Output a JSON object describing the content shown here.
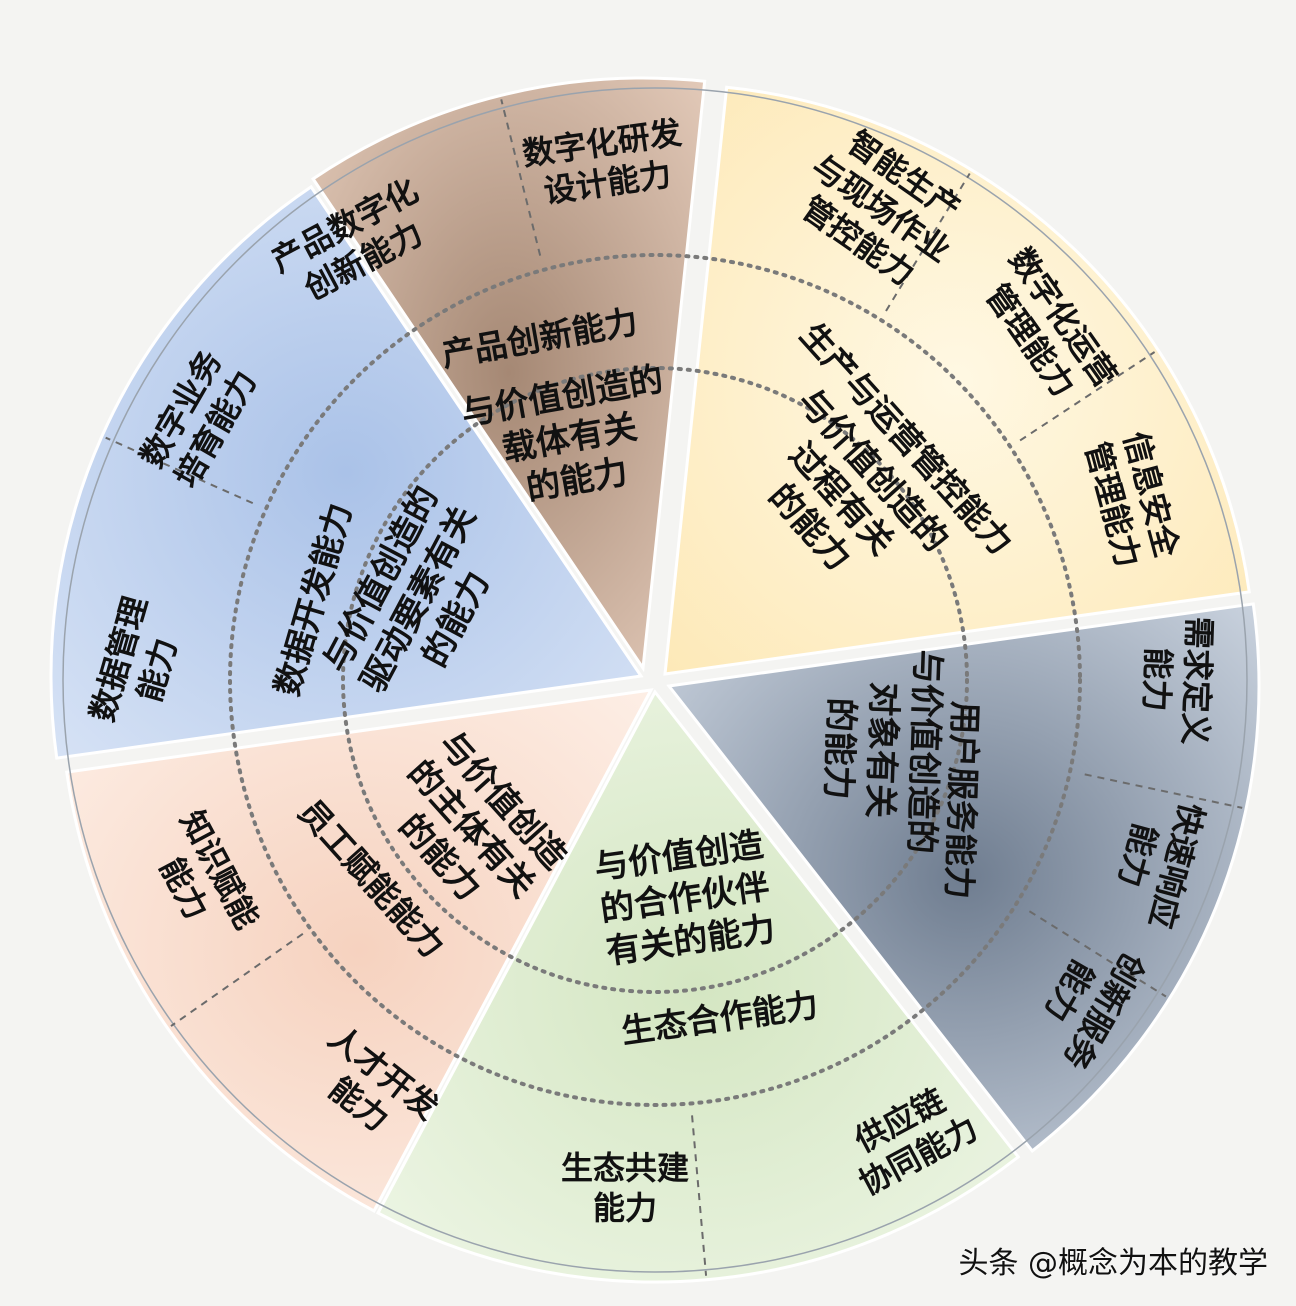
{
  "watermark": "头条 @概念为本的教学",
  "sectors": [
    {
      "id": "product",
      "fill": "#d9bfae",
      "core_lines": [
        "与价值创造的",
        "载体有关",
        "的能力"
      ],
      "middle_label": "产品创新能力",
      "outer_items": [
        {
          "lines": [
            "产品数字化",
            "创新能力"
          ]
        },
        {
          "lines": [
            "数字化研发",
            "设计能力"
          ]
        }
      ]
    },
    {
      "id": "production",
      "fill": "#fdefc8",
      "core_lines": [
        "与价值创造的",
        "过程有关",
        "的能力"
      ],
      "middle_label": "生产与运营管控能力",
      "outer_items": [
        {
          "lines": [
            "智能生产",
            "与现场作业",
            "管控能力"
          ]
        },
        {
          "lines": [
            "数字化运营",
            "管理能力"
          ]
        },
        {
          "lines": [
            "信息安全",
            "管理能力"
          ]
        }
      ]
    },
    {
      "id": "user",
      "fill": "#a9b3c2",
      "core_lines": [
        "与价值创造的",
        "对象有关",
        "的能力"
      ],
      "middle_label": "用户服务能力",
      "outer_items": [
        {
          "lines": [
            "需求定义",
            "能力"
          ]
        },
        {
          "lines": [
            "快速响应",
            "能力"
          ]
        },
        {
          "lines": [
            "创新服务",
            "能力"
          ]
        }
      ]
    },
    {
      "id": "ecology",
      "fill": "#e4efd8",
      "core_lines": [
        "与价值创造",
        "的合作伙伴",
        "有关的能力"
      ],
      "middle_label": "生态合作能力",
      "outer_items": [
        {
          "lines": [
            "供应链",
            "协同能力"
          ]
        },
        {
          "lines": [
            "生态共建",
            "能力"
          ]
        }
      ]
    },
    {
      "id": "staff",
      "fill": "#fbe4d8",
      "core_lines": [
        "与价值创造",
        "的主体有关",
        "的能力"
      ],
      "middle_label": "员工赋能能力",
      "outer_items": [
        {
          "lines": [
            "人才开发",
            "能力"
          ]
        },
        {
          "lines": [
            "知识赋能",
            "能力"
          ]
        }
      ]
    },
    {
      "id": "data",
      "fill": "#c9d8f0",
      "core_lines": [
        "与价值创造的",
        "驱动要素有关",
        "的能力"
      ],
      "middle_label": "数据开发能力",
      "outer_items": [
        {
          "lines": [
            "数据管理",
            "能力"
          ]
        },
        {
          "lines": [
            "数字业务",
            "培育能力"
          ]
        }
      ]
    }
  ]
}
